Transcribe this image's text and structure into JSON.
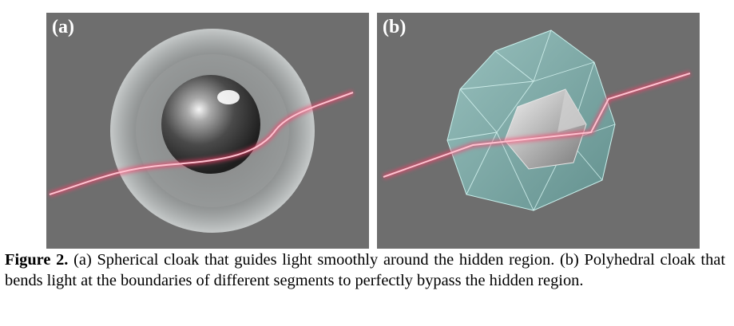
{
  "figure": {
    "panels": [
      {
        "label": "(a)",
        "description_icon": "spherical-cloak"
      },
      {
        "label": "(b)",
        "description_icon": "polyhedral-cloak"
      }
    ],
    "caption": {
      "label": "Figure 2.",
      "text": "(a) Spherical cloak that guides light smoothly around the hidden region. (b) Polyhedral cloak that bends light at the boundaries of different segments to perfectly bypass the hidden region."
    }
  },
  "colors": {
    "panel_background": "#6e6e6e",
    "beam": "#ff3d6b",
    "cloak_shell": "#cfd6d6",
    "polyhedron": "#9fd3cf"
  }
}
